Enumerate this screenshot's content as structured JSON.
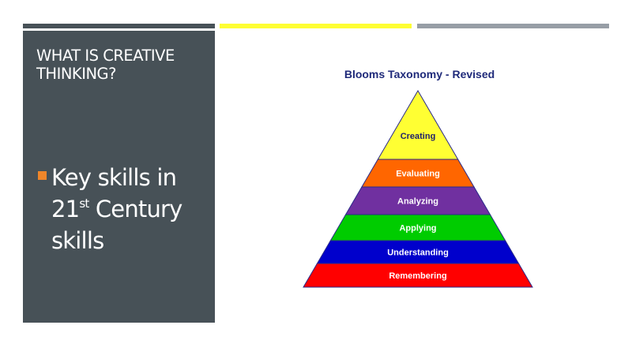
{
  "slide": {
    "title": "WHAT IS CREATIVE THINKING?",
    "bullet": {
      "pre": "Key skills in 21",
      "sup": "st",
      "post": " Century skills"
    },
    "accent_colors": {
      "panel": "#475157",
      "yellow": "#fefe33",
      "gray": "#979ea6",
      "bullet": "#f0862a"
    }
  },
  "figure": {
    "title": "Blooms Taxonomy - Revised",
    "levels": [
      {
        "label": "Creating",
        "fill": "#ffff33",
        "text": "#1f1f6b"
      },
      {
        "label": "Evaluating",
        "fill": "#ff6600",
        "text": "#ffffff"
      },
      {
        "label": "Analyzing",
        "fill": "#7030a0",
        "text": "#ffffff"
      },
      {
        "label": "Applying",
        "fill": "#00cc00",
        "text": "#ffffff"
      },
      {
        "label": "Understanding",
        "fill": "#0000cc",
        "text": "#ffffff"
      },
      {
        "label": "Remembering",
        "fill": "#ff0000",
        "text": "#ffffff"
      }
    ]
  }
}
